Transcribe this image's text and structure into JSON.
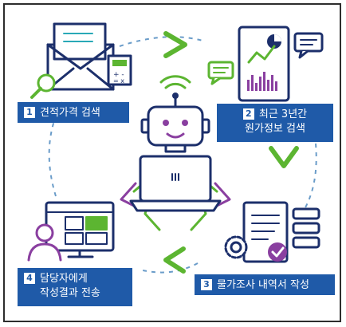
{
  "steps": [
    {
      "number": "1",
      "text": "견적가격 검색"
    },
    {
      "number": "2",
      "line1": "최근 3년간",
      "line2": "원가정보 검색"
    },
    {
      "number": "3",
      "text": "물가조사 내역서 작성"
    },
    {
      "number": "4",
      "line1": "담당자에게",
      "line2": "작성결과 전송"
    }
  ],
  "icons": {
    "step1": "envelope-calculator-magnifier-icon",
    "step2": "tablet-chart-icon",
    "step3": "document-gear-check-icon",
    "step4": "monitor-user-icon",
    "center": "robot-laptop-icon"
  },
  "colors": {
    "label_bg": "#1f5aa8",
    "accent_green": "#5cb531",
    "dash": "#6a9cc9",
    "navy": "#1c2f6b",
    "purple": "#8a3fa0",
    "teal": "#2aa9b7"
  }
}
